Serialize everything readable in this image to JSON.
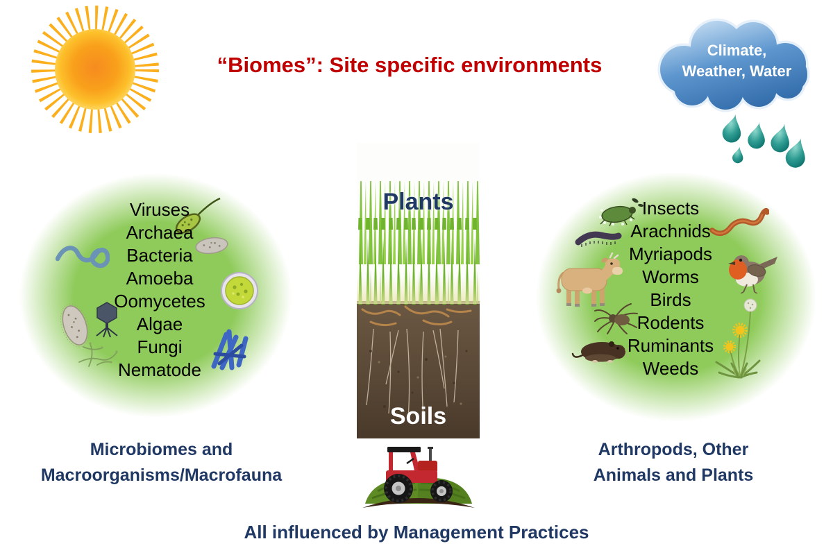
{
  "title": "“Biomes”: Site specific environments",
  "cloud": {
    "line1": "Climate,",
    "line2": "Weather, Water"
  },
  "center": {
    "top_label": "Plants",
    "bottom_label": "Soils"
  },
  "left_biome": {
    "items": [
      "Viruses",
      "Archaea",
      "Bacteria",
      "Amoeba",
      "Oomycetes",
      "Algae",
      "Fungi",
      "Nematode"
    ],
    "caption_line1": "Microbiomes and",
    "caption_line2": "Macroorganisms/Macrofauna",
    "icons": [
      "bacterium-icon",
      "archaeon-icon",
      "nematode-icon",
      "algae-cell-icon",
      "paramecium-icon",
      "bacteriophage-icon",
      "fungal-hyphae-icon",
      "blue-fungus-icon"
    ]
  },
  "right_biome": {
    "items": [
      "Insects",
      "Arachnids",
      "Myriapods",
      "Worms",
      "Birds",
      "Rodents",
      "Ruminants",
      "Weeds"
    ],
    "caption_line1": "Arthropods, Other",
    "caption_line2": "Animals and Plants",
    "icons": [
      "beetle-icon",
      "earthworm-icon",
      "millipede-icon",
      "cow-icon",
      "robin-icon",
      "spider-icon",
      "vole-icon",
      "dandelion-icon"
    ]
  },
  "footer": "All influenced by Management Practices",
  "decorations": [
    "sun-icon",
    "rain-cloud-icon",
    "raindrops-icon",
    "grass-soil-image",
    "tractor-icon"
  ],
  "colors": {
    "title_red": "#C00000",
    "caption_navy": "#1F3864",
    "list_text": "#000000",
    "oval_green": "#8FCB5B",
    "cloud_blue": "#3D7EC1",
    "raindrop_teal": "#15837B",
    "sun_orange": "#F7941D",
    "tractor_red": "#C3272F",
    "soil_brown": "#5C4A37"
  }
}
